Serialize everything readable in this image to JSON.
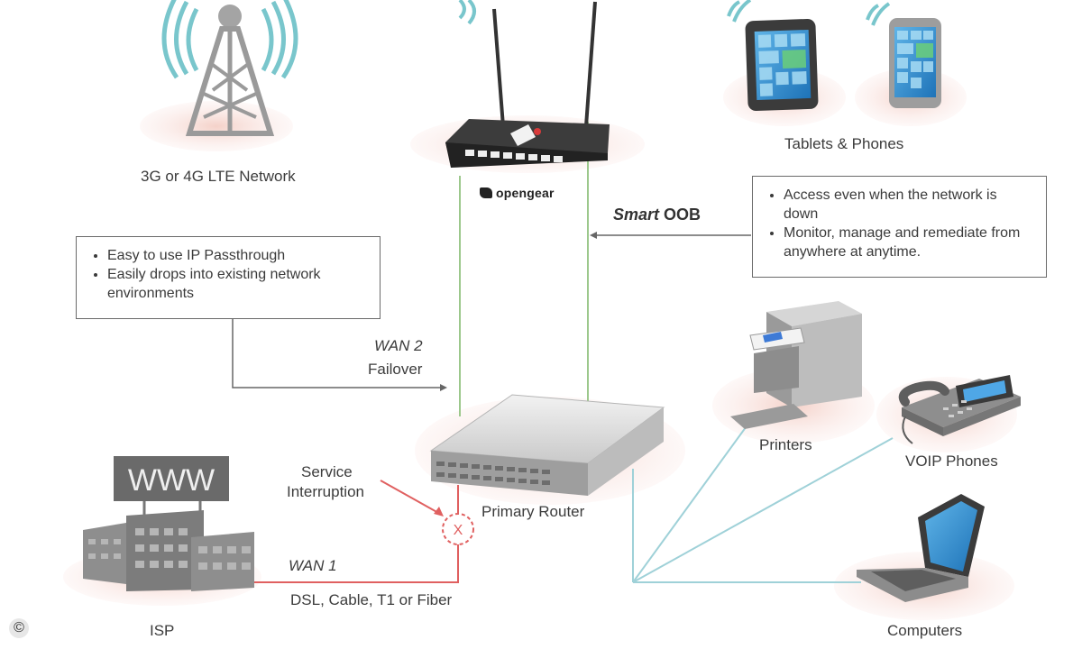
{
  "labels": {
    "lte_network": "3G or 4G LTE Network",
    "tablets_phones": "Tablets & Phones",
    "smart_oob_italic": "Smart",
    "smart_oob_bold": "OOB",
    "wan2": "WAN 2",
    "failover": "Failover",
    "service_interruption_1": "Service",
    "service_interruption_2": "Interruption",
    "primary_router": "Primary Router",
    "wan1": "WAN 1",
    "wan1_media": "DSL, Cable, T1 or Fiber",
    "isp": "ISP",
    "www": "WWW",
    "printers": "Printers",
    "voip_phones": "VOIP Phones",
    "computers": "Computers",
    "brand": "opengear",
    "copyright": "©",
    "failure_mark": "X"
  },
  "callouts": {
    "left": {
      "items": [
        "Easy to use IP Passthrough",
        "Easily drops into existing network environments"
      ]
    },
    "right": {
      "items": [
        "Access even when the network is down",
        "Monitor, manage and remediate from anywhere at anytime."
      ]
    }
  },
  "colors": {
    "line_green": "#9cc88c",
    "line_teal": "#9fd1d8",
    "line_red": "#e06060",
    "line_gray": "#666666",
    "shadow_pink": "#f6d9d2",
    "wifi_teal": "#79c6cc"
  }
}
